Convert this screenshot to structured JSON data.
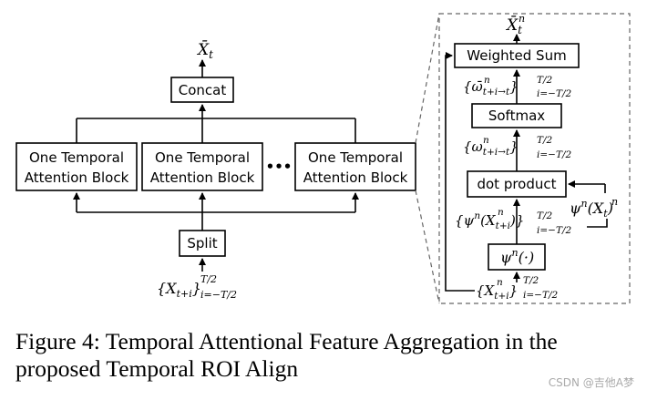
{
  "left": {
    "output_symbol": "X̄",
    "output_sub": "t",
    "concat_label": "Concat",
    "block_line1": "One Temporal",
    "block_line2": "Attention Block",
    "ellipsis": "•••",
    "split_label": "Split",
    "input_symbol": "{X",
    "input_sub": "t+i",
    "input_close": "}",
    "input_sup": "T/2",
    "input_range": "i=−T/2"
  },
  "right": {
    "output_symbol": "X̄",
    "output_sub": "t",
    "output_sup": "n",
    "weighted_sum_label": "Weighted Sum",
    "omega_bar_open": "{ω̄",
    "omega_bar_sub": "t+i→t",
    "omega_bar_sup": "n",
    "omega_bar_close": "}",
    "omega_bar_range_sup": "T/2",
    "omega_bar_range_sub": "i=−T/2",
    "softmax_label": "Softmax",
    "omega_open": "{ω",
    "omega_sub": "t+i→t",
    "omega_sup": "n",
    "omega_close": "}",
    "omega_range_sup": "T/2",
    "omega_range_sub": "i=−T/2",
    "dot_product_label": "dot product",
    "psi_xt_text": "ψ",
    "psi_xt_sup": "n",
    "psi_xt_arg": "(X",
    "psi_xt_arg_sub": "t",
    "psi_xt_arg_sup": "n",
    "psi_xt_close": ")",
    "psi_set_open": "{ψ",
    "psi_set_sup": "n",
    "psi_set_arg": "(X",
    "psi_set_arg_sub": "t+i",
    "psi_set_arg_sup": "n",
    "psi_set_close": ")}",
    "psi_set_range_sup": "T/2",
    "psi_set_range_sub": "i=−T/2",
    "psi_fn_text": "ψ",
    "psi_fn_sup": "n",
    "psi_fn_arg": "(·)",
    "input_open": "{X",
    "input_sub": "t+i",
    "input_sup": "n",
    "input_close": "}",
    "input_range_sup": "T/2",
    "input_range_sub": "i=−T/2"
  },
  "caption": {
    "text": "Figure 4: Temporal Attentional Feature Aggregation in the proposed Temporal ROI Align"
  },
  "watermark": {
    "text": "CSDN @吉他A梦"
  }
}
